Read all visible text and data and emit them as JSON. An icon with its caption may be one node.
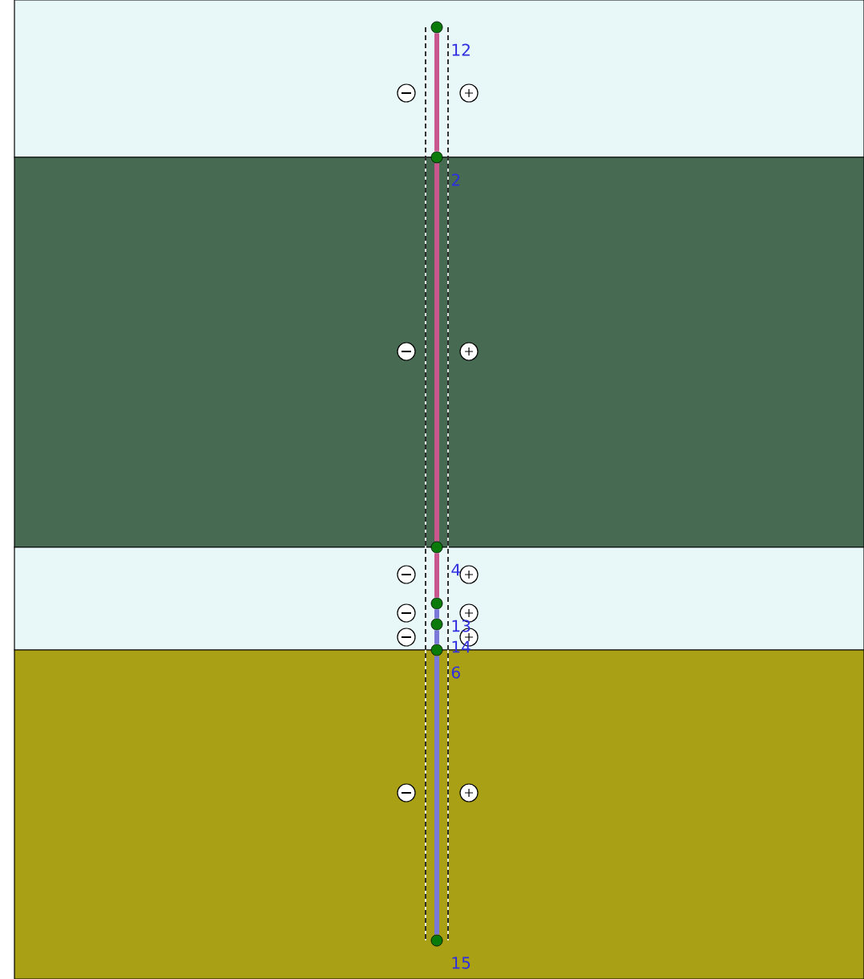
{
  "diagram": {
    "nodes": [
      {
        "text": [
          "12"
        ]
      },
      {
        "text": [
          "2"
        ]
      },
      {
        "text": [
          "4"
        ]
      },
      {
        "text": [
          "13"
        ]
      },
      {
        "text": [
          "14"
        ]
      },
      {
        "text": [
          "6"
        ]
      },
      {
        "text": [
          "15"
        ]
      }
    ],
    "edges": [
      {
        "from": 0,
        "to": 1,
        "arrow": "none",
        "color": "#c8578f"
      },
      {
        "from": 1,
        "to": 2,
        "arrow": "none",
        "color": "#c8578f"
      },
      {
        "from": 2,
        "to": 3,
        "arrow": "none",
        "color": "#c8578f"
      },
      {
        "from": 3,
        "to": 4,
        "arrow": "none",
        "color": "#7a78d8"
      },
      {
        "from": 4,
        "to": 5,
        "arrow": "none",
        "color": "#7a78d8"
      },
      {
        "from": 5,
        "to": 6,
        "arrow": "none",
        "color": "#7a78d8"
      }
    ]
  }
}
